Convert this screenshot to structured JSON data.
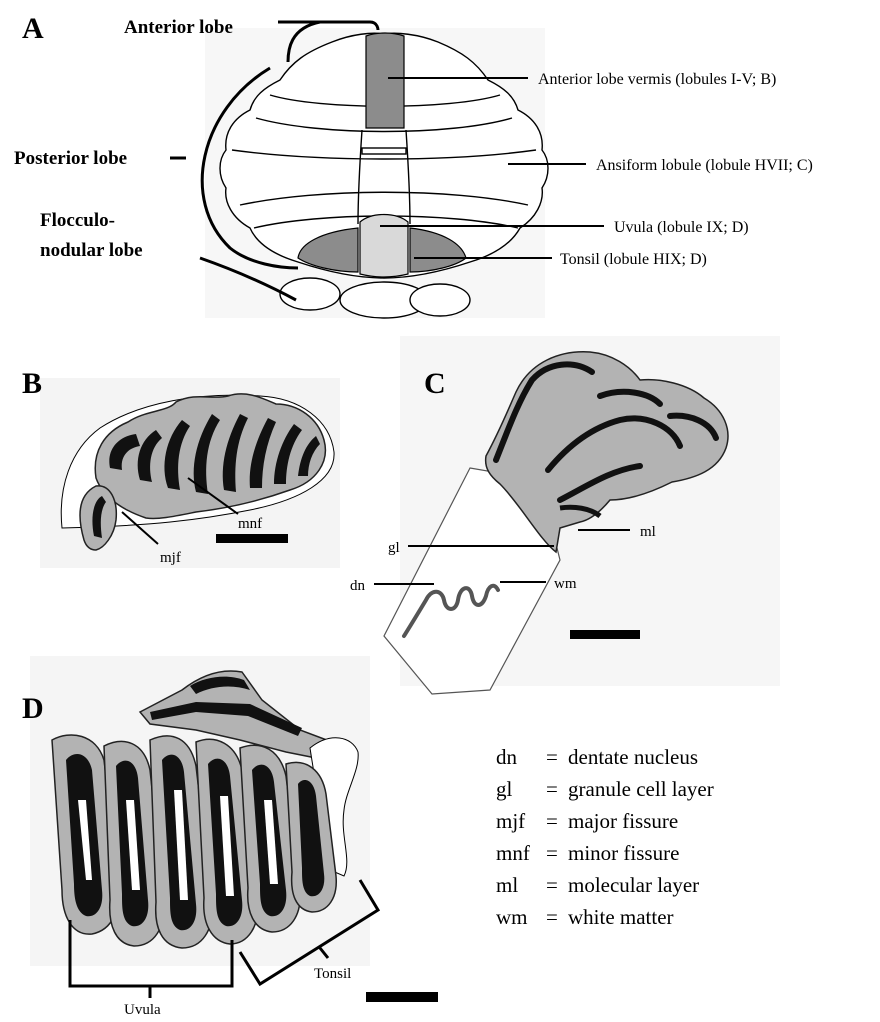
{
  "panel_a": {
    "letter": "A",
    "lobes": {
      "anterior": "Anterior lobe",
      "posterior": "Posterior  lobe",
      "flocculonodular_line1": "Flocculo-",
      "flocculonodular_line2": "nodular lobe"
    },
    "callouts": {
      "anterior_vermis": "Anterior lobe vermis (lobules I-V; B)",
      "ansiform": "Ansiform lobule (lobule HVII; C)",
      "uvula": "Uvula (lobule IX; D)",
      "tonsil": "Tonsil (lobule HIX; D)"
    },
    "shade_colors": {
      "vermis": "#8c8c8c",
      "uvula": "#d9d9d9",
      "tonsil": "#8c8c8c"
    }
  },
  "panel_b": {
    "letter": "B",
    "labels": {
      "mnf": "mnf",
      "mjf": "mjf"
    }
  },
  "panel_c": {
    "letter": "C",
    "labels": {
      "gl": "gl",
      "ml": "ml",
      "dn": "dn",
      "wm": "wm"
    }
  },
  "panel_d": {
    "letter": "D",
    "brackets": {
      "uvula": "Uvula",
      "tonsil": "Tonsil"
    }
  },
  "legend": [
    {
      "abbr": "dn",
      "sep": "=",
      "meaning": "dentate nucleus"
    },
    {
      "abbr": "gl",
      "sep": "=",
      "meaning": "granule cell layer"
    },
    {
      "abbr": "mjf",
      "sep": "=",
      "meaning": "major fissure"
    },
    {
      "abbr": "mnf",
      "sep": "=",
      "meaning": "minor fissure"
    },
    {
      "abbr": "ml",
      "sep": "=",
      "meaning": "molecular layer"
    },
    {
      "abbr": "wm",
      "sep": "=",
      "meaning": "white matter"
    }
  ],
  "colors": {
    "molecular_layer": "#b3b3b3",
    "granule_layer": "#111111",
    "outline": "#000000"
  }
}
